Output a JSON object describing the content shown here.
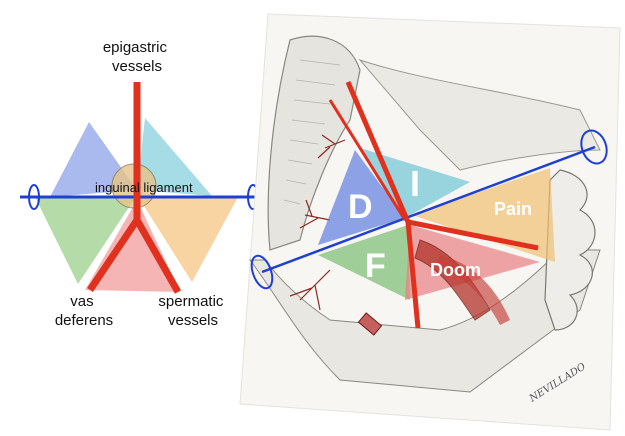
{
  "left_diagram": {
    "epigastric_label": "epigastric\nvessels",
    "ligament_label": "inguinal ligament",
    "vas_label": "vas\ndeferens",
    "spermatic_label": "spermatic\nvessels"
  },
  "right_illustration": {
    "region_d": "D",
    "region_i": "I",
    "region_f": "F",
    "region_pain": "Pain",
    "region_doom": "Doom",
    "signature": "NEVILLADO"
  },
  "colors": {
    "triangle_blue": "#8fa3e8",
    "triangle_cyan": "#8fd3df",
    "triangle_green": "#9ccf8c",
    "triangle_orange": "#f5c98a",
    "triangle_pink": "#f2a3a3",
    "vessel_red": "#e0301e",
    "ligament_blue": "#1f3fd1"
  }
}
